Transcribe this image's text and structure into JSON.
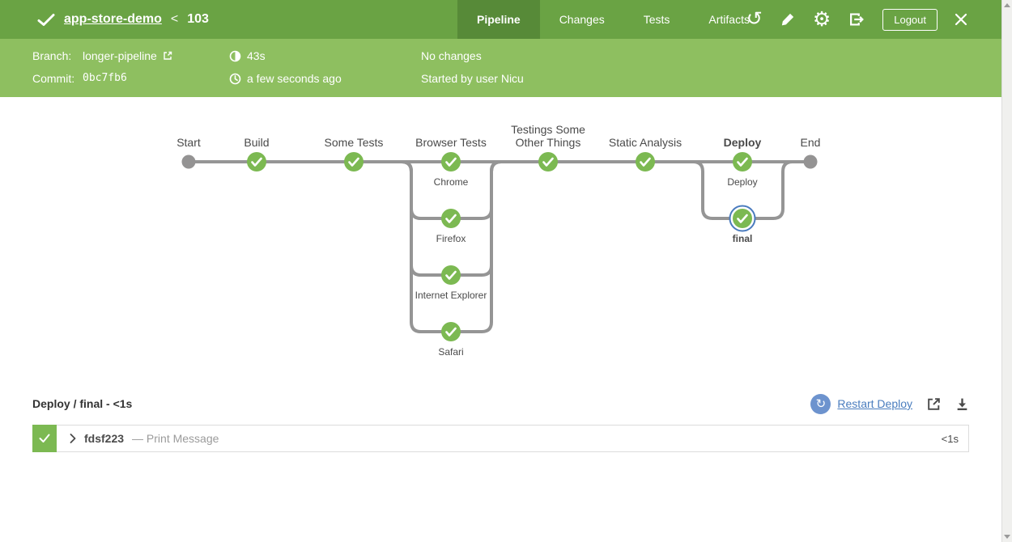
{
  "colors": {
    "header_green": "#6aa344",
    "active_tab_green": "#578a38",
    "subbar_green": "#8ebf60",
    "node_green": "#7cb952",
    "line_grey": "#959595",
    "terminal_grey": "#949393",
    "selected_ring_blue": "#4a7bbe",
    "link_blue": "#4a7dbe",
    "restart_badge_blue": "#6d93ce"
  },
  "header": {
    "status_icon": "check-icon",
    "title": "app-store-demo",
    "separator": "<",
    "run_number": "103",
    "tabs": [
      {
        "label": "Pipeline",
        "active": true
      },
      {
        "label": "Changes",
        "active": false
      },
      {
        "label": "Tests",
        "active": false
      },
      {
        "label": "Artifacts",
        "active": false
      }
    ],
    "icons": {
      "rerun_glyph": "↺",
      "gear_glyph": "⚙"
    },
    "logout_label": "Logout"
  },
  "run_details": {
    "branch_label": "Branch:",
    "branch_value": "longer-pipeline",
    "commit_label": "Commit:",
    "commit_value": "0bc7fb6",
    "duration": "43s",
    "time_ago": "a few seconds ago",
    "changes": "No changes",
    "started_by": "Started by user Nicu"
  },
  "pipeline": {
    "stages": [
      {
        "label": "Start",
        "type": "terminal"
      },
      {
        "label": "Build",
        "status": "success"
      },
      {
        "label": "Some Tests",
        "status": "success"
      },
      {
        "label": "Browser Tests",
        "status": "success",
        "parallels": [
          {
            "label": "Chrome",
            "status": "success"
          },
          {
            "label": "Firefox",
            "status": "success"
          },
          {
            "label": "Internet Explorer",
            "status": "success"
          },
          {
            "label": "Safari",
            "status": "success"
          }
        ]
      },
      {
        "label": "Testings Some\nOther Things",
        "status": "success"
      },
      {
        "label": "Static Analysis",
        "status": "success"
      },
      {
        "label": "Deploy",
        "status": "success",
        "bold": true,
        "parallels": [
          {
            "label": "Deploy",
            "status": "success"
          },
          {
            "label": "final",
            "status": "success",
            "selected": true
          }
        ]
      },
      {
        "label": "End",
        "type": "terminal"
      }
    ]
  },
  "steps": {
    "title": "Deploy / final - <1s",
    "restart_label": "Restart Deploy",
    "rows": [
      {
        "id": "fdsf223",
        "description": "— Print Message",
        "duration": "<1s",
        "status": "success"
      }
    ]
  }
}
